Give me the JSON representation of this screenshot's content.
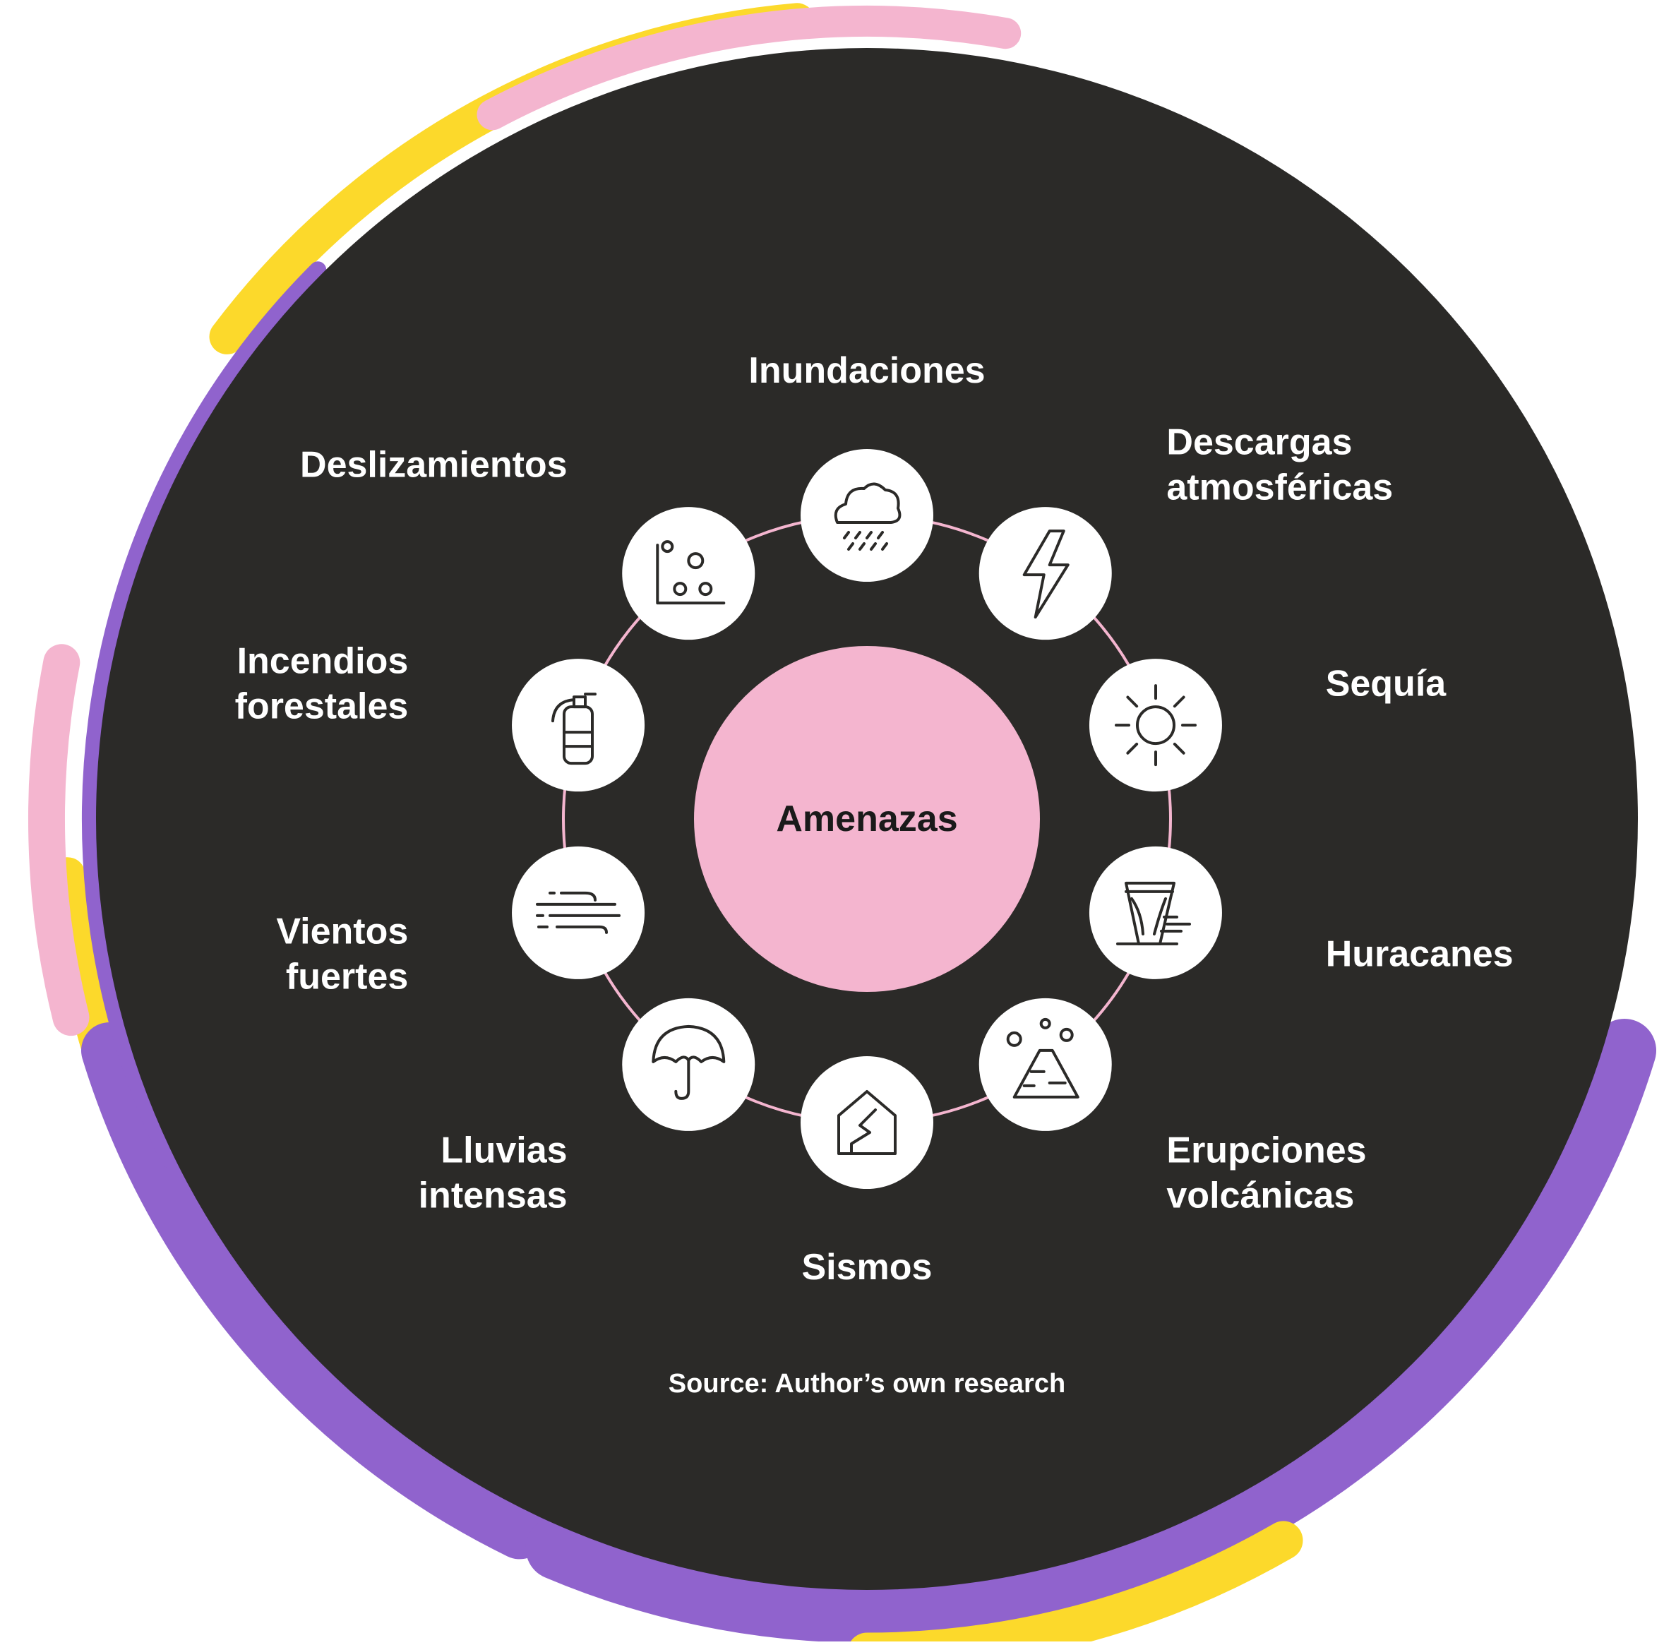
{
  "diagram": {
    "center": "Amenazas",
    "source": "Source: Author’s own research",
    "nodes": [
      {
        "id": "inundaciones",
        "lines": [
          "Inundaciones"
        ],
        "icon": "rain-cloud-icon"
      },
      {
        "id": "descargas",
        "lines": [
          "Descargas",
          "atmosféricas"
        ],
        "icon": "lightning-icon"
      },
      {
        "id": "sequia",
        "lines": [
          "Sequía"
        ],
        "icon": "sun-icon"
      },
      {
        "id": "huracanes",
        "lines": [
          "Huracanes"
        ],
        "icon": "tornado-icon"
      },
      {
        "id": "erupciones",
        "lines": [
          "Erupciones",
          "volcánicas"
        ],
        "icon": "volcano-icon"
      },
      {
        "id": "sismos",
        "lines": [
          "Sismos"
        ],
        "icon": "cracked-house-icon"
      },
      {
        "id": "lluvias",
        "lines": [
          "Lluvias",
          "intensas"
        ],
        "icon": "umbrella-icon"
      },
      {
        "id": "vientos",
        "lines": [
          "Vientos",
          "fuertes"
        ],
        "icon": "wind-icon"
      },
      {
        "id": "incendios",
        "lines": [
          "Incendios",
          "forestales"
        ],
        "icon": "fire-extinguisher-icon"
      },
      {
        "id": "deslizamientos",
        "lines": [
          "Deslizamientos"
        ],
        "icon": "landslide-icon"
      }
    ]
  },
  "colors": {
    "background_disc": "#2b2a28",
    "center_disc": "#f4b5cf",
    "connector": "#f4b5cf",
    "node": "#ffffff",
    "arc_yellow": "#fcd92b",
    "arc_pink": "#f4b5cf",
    "arc_purple": "#9063cd",
    "text": "#ffffff"
  }
}
